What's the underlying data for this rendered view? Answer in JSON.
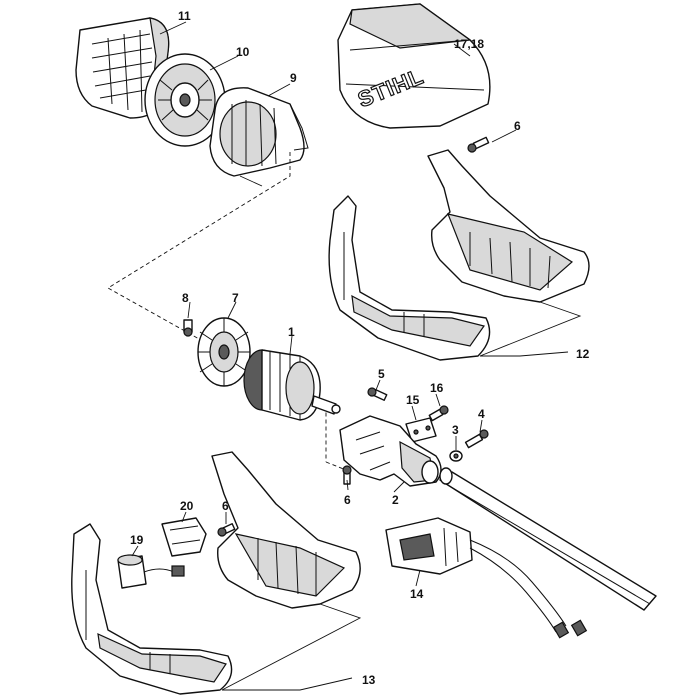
{
  "brand_logo": "STIHL",
  "callouts": {
    "p1": "1",
    "p2": "2",
    "p3": "3",
    "p4": "4",
    "p5": "5",
    "p6a": "6",
    "p6b": "6",
    "p6c": "6",
    "p7": "7",
    "p8": "8",
    "p9": "9",
    "p10": "10",
    "p11": "11",
    "p12": "12",
    "p13": "13",
    "p14": "14",
    "p15": "15",
    "p16": "16",
    "p17_18": "17,18",
    "p19": "19",
    "p20": "20"
  }
}
